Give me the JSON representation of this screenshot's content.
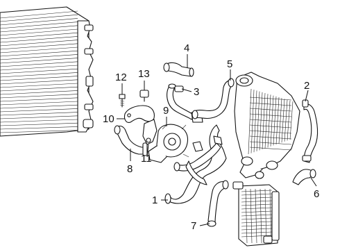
{
  "diagram": {
    "callouts": [
      {
        "id": "c1",
        "label": "1"
      },
      {
        "id": "c2",
        "label": "2"
      },
      {
        "id": "c3",
        "label": "3"
      },
      {
        "id": "c4",
        "label": "4"
      },
      {
        "id": "c5",
        "label": "5"
      },
      {
        "id": "c6",
        "label": "6"
      },
      {
        "id": "c7",
        "label": "7"
      },
      {
        "id": "c8",
        "label": "8"
      },
      {
        "id": "c9",
        "label": "9"
      },
      {
        "id": "c10",
        "label": "10"
      },
      {
        "id": "c11",
        "label": "11"
      },
      {
        "id": "c12",
        "label": "12"
      },
      {
        "id": "c13",
        "label": "13"
      }
    ]
  }
}
